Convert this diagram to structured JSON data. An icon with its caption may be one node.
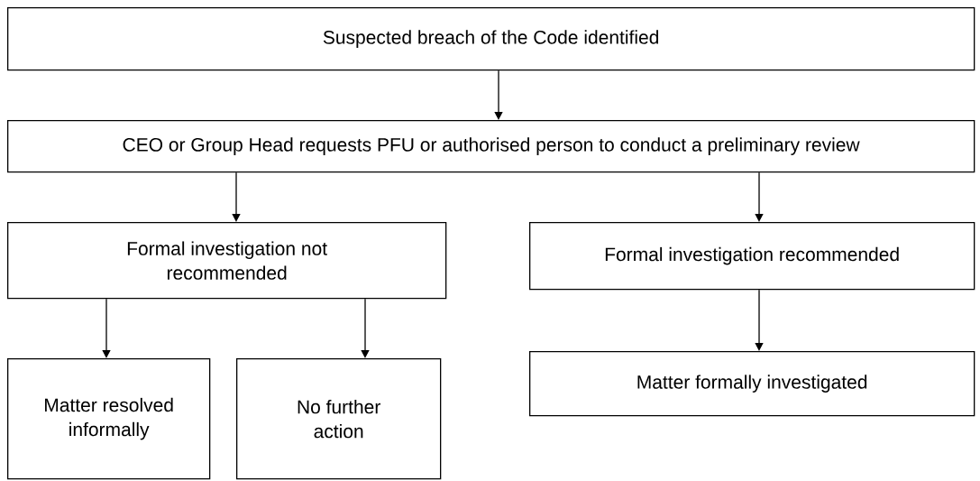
{
  "diagram": {
    "nodes": [
      {
        "text": [
          "Suspected breach of the Code identified"
        ]
      },
      {
        "text": [
          "CEO or Group Head requests PFU or authorised person to conduct a preliminary review"
        ]
      },
      {
        "text": [
          "Formal investigation not recommended"
        ]
      },
      {
        "text": [
          "Formal investigation recommended"
        ]
      },
      {
        "text": [
          "Matter resolved informally"
        ]
      },
      {
        "text": [
          "No further action"
        ]
      },
      {
        "text": [
          "Matter formally investigated"
        ]
      }
    ],
    "edges": [
      {
        "from": 0,
        "to": 1,
        "arrow": "to"
      },
      {
        "from": 1,
        "to": 2,
        "arrow": "to"
      },
      {
        "from": 1,
        "to": 3,
        "arrow": "to"
      },
      {
        "from": 2,
        "to": 4,
        "arrow": "to"
      },
      {
        "from": 2,
        "to": 5,
        "arrow": "to"
      },
      {
        "from": 3,
        "to": 6,
        "arrow": "to"
      }
    ]
  }
}
